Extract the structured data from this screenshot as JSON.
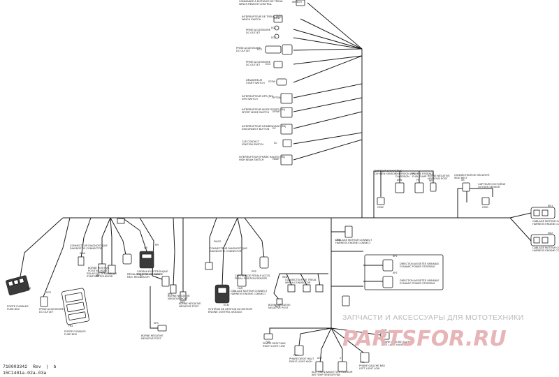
{
  "document": {
    "part_number": "710003342",
    "revision_label": "Rev",
    "revision_value": "b",
    "sheet_ref": "15C1401a-02a-03a"
  },
  "watermark": {
    "tagline": "ЗАПЧАСТИ И АКСЕССУАРЫ ДЛЯ МОТОТЕХНИКИ",
    "logo": "PARTSFOR.RU"
  },
  "right_stack": [
    {
      "code": "WIRECH",
      "label": [
        "COMMANDE À DISTANCE DE TREUIL",
        "WINCH REMOTE CONTROL"
      ]
    },
    {
      "code": "SWW",
      "label": [
        "INTERRUPTEUR DE TREUIL (WN)",
        "WINCH SWITCH"
      ]
    },
    {
      "code": "DC1",
      "label": [
        "PRISE ACCESSOIRE",
        "DC OUTLET"
      ]
    },
    {
      "code": "DC2",
      "label": [
        ""
      ]
    },
    {
      "code": "DC3",
      "label": [
        "PRISE ACCESSOIRE",
        "DC OUTLET"
      ]
    },
    {
      "code": "DC4",
      "label": [
        "PRISE ACCESSOIRE",
        "DC OUTLET"
      ]
    },
    {
      "code": "STSW",
      "label": [
        "DÉMARREUR",
        "START SWITCH"
      ]
    },
    {
      "code": "SPTSW",
      "label": [
        "INTERRUPTEUR DPS (RN)",
        "DPS SWITCH"
      ]
    },
    {
      "code": "SPSW",
      "label": [
        "INTERRUPTEUR MODE SPORT (RN)",
        "SPORT MODE SWITCH"
      ]
    },
    {
      "code": "DC",
      "label": [
        "INTERRUPTEUR D'EMBRAYAGE (RN)",
        "DISCONNECT BUTTON"
      ]
    },
    {
      "code": "SC",
      "label": [
        "CLÉ CONTACT",
        "IGNITION SWITCH"
      ]
    },
    {
      "code": "HIBM",
      "label": [
        "INTERRUPTEUR (PHARE HAUTE) (RN)",
        "HIGH BEAM SWITCH"
      ]
    }
  ],
  "upper_group": [
    {
      "code": "HSS2",
      "label": [
        "CAPTEUR D'OXYGÈNE",
        "OXYGEN SENSOR"
      ]
    },
    {
      "code": "DRN",
      "label": [
        "DIVERSION (RN)",
        "DIVERSION"
      ]
    },
    {
      "code": "FP",
      "label": [
        "POMPE ESSENCE",
        "FUEL PUMP"
      ]
    },
    {
      "code": "NP",
      "label": [
        "BORNE NÉGATIVE",
        "NEGATIVE POST"
      ]
    },
    {
      "code": "SS",
      "label": [
        "CONNECTEUR DE SÉCURITÉ",
        "SEAT BELT"
      ]
    },
    {
      "code": "HSS1",
      "label": [
        "CAPTEUR D'OXYGÈNE",
        "OXYGEN SENSOR"
      ]
    }
  ],
  "right_edge": [
    {
      "code": "MC1",
      "label": [
        "CABLAGE MOTEUR CONNECT",
        "HARNESS ENGINE CONNECT"
      ]
    },
    {
      "code": "MC2",
      "label": [
        "CABLAGE MOTEUR CONNECT",
        "HARNESS ENGINE CONNECT"
      ]
    }
  ],
  "left_group": [
    {
      "code": "FB2",
      "label": [
        "PORTE FUSIBLES",
        "FUSE BOX"
      ]
    },
    {
      "code": "DC5",
      "label": [
        "PRISE ACCESSOIRE",
        "DC OUTLET"
      ]
    },
    {
      "code": "FB1",
      "label": [
        "PORTE FUSIBLES",
        "FUSE BOX"
      ]
    },
    {
      "code": "DIAG",
      "label": [
        "CONNECTEUR DIAGNOSTIQUE",
        "DIAGNOSTIC CONNECTOR"
      ]
    },
    {
      "code": "RP",
      "label": [
        "BORNE POSITIVE",
        "POSITIVE POST"
      ]
    },
    {
      "code": "R1",
      "label": [
        "RELAIS DE DÉMARREUR",
        "STARTING SOLENOID"
      ]
    },
    {
      "code": "R2",
      "label": [
        ""
      ]
    },
    {
      "code": "RR",
      "label": [
        "RÉGULATEUR DE VOLTAGE",
        "REG. REGULATOR"
      ]
    },
    {
      "code": "GA",
      "label": [
        "CADRAN ÉLECTRONIQUE",
        "ELECTRONIC GAUGE"
      ]
    },
    {
      "code": "NP1",
      "label": [
        "BORNE NÉGATIVE",
        "NEGATIVE POST"
      ]
    },
    {
      "code": "NP2",
      "label": [
        "BORNE NÉGATIVE",
        "NEGATIVE POST"
      ]
    },
    {
      "code": "NP3",
      "label": [
        "BORNE NÉGATIVE",
        "NEGATIVE POST"
      ]
    }
  ],
  "center_group": [
    {
      "code": "DIAG2",
      "label": [
        "CONNECTEUR DIAGNOSTIQUE",
        "DIAGNOSTIC CONNECTOR"
      ]
    },
    {
      "code": "ECM",
      "label": [
        "SYSTÈME DE GESTION DU MOTEUR",
        "ENGINE CONTROL MODULE"
      ]
    },
    {
      "code": "HAR",
      "label": [
        "CÂBLAGE MOTEUR CONNECT",
        "HARNESS ENGINE CONNECT"
      ]
    },
    {
      "code": "PPS",
      "label": [
        "CAPTEUR DE PÉDALE ACCEL",
        "PEDAL POSITION SENSOR"
      ]
    },
    {
      "code": "WN1",
      "label": [
        "CONNECTEUR DE TREUIL",
        "WINCH CONNECTOR"
      ]
    },
    {
      "code": "NP4",
      "label": [
        "BORNE NÉGATIVE",
        "NEGATIVE POST"
      ]
    },
    {
      "code": "DPS",
      "label": [
        "CÂBLAGE MOTEUR CONNECT",
        "HARNESS ENGINE CONNECT"
      ]
    }
  ],
  "steering_box": [
    {
      "code": "SP1",
      "label": [
        "DIRECTION ASSISTÉE VARIABLE",
        "DYNAMIC POWER STEERING"
      ]
    },
    {
      "code": "SP2",
      "label": [
        "DIRECTION ASSISTÉE VARIABLE",
        "DYNAMIC POWER STEERING"
      ]
    }
  ],
  "bottom_group": [
    {
      "code": "FLR",
      "label": [
        "PHARE DROIT BAS",
        "RIGHT LIGHT LOW"
      ]
    },
    {
      "code": "FDH",
      "label": [
        "PHARE DROIT HAUT",
        "RIGHT LIGHT HIGH"
      ]
    },
    {
      "code": "ATH",
      "label": [
        "ACC TIREN AMONT",
        "AIR TEMP SENSOR"
      ]
    },
    {
      "code": "V",
      "label": [
        "VENTILATEUR",
        "FAN"
      ]
    },
    {
      "code": "FLL",
      "label": [
        "PHARE GAUCHE BAS",
        "LEFT LIGHT LOW"
      ]
    },
    {
      "code": "FGH",
      "label": [
        "PHARE GAUCHE HAUTE",
        "LEFT LIGHT HIGH"
      ]
    }
  ]
}
